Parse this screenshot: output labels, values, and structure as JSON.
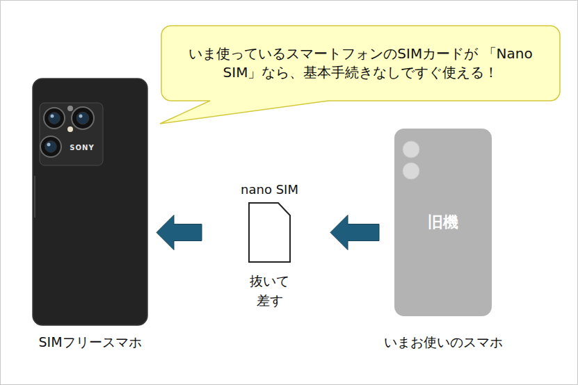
{
  "diagram": {
    "nodes": [
      {
        "text": [
          "いま使っているスマートフォンのSIMカードが 「Nano SIM」なら、基本手続きなしですぐ使える！"
        ]
      },
      {
        "text": [
          "SONY",
          "SIMフリースマホ"
        ]
      },
      {
        "text": [
          "nano SIM",
          "抜いて 差す"
        ]
      },
      {
        "text": [
          "旧機",
          "いまお使いのスマホ"
        ]
      }
    ],
    "edges": [
      {
        "from": 3,
        "to": 2,
        "arrow": "to"
      },
      {
        "from": 2,
        "to": 1,
        "arrow": "to"
      }
    ]
  }
}
